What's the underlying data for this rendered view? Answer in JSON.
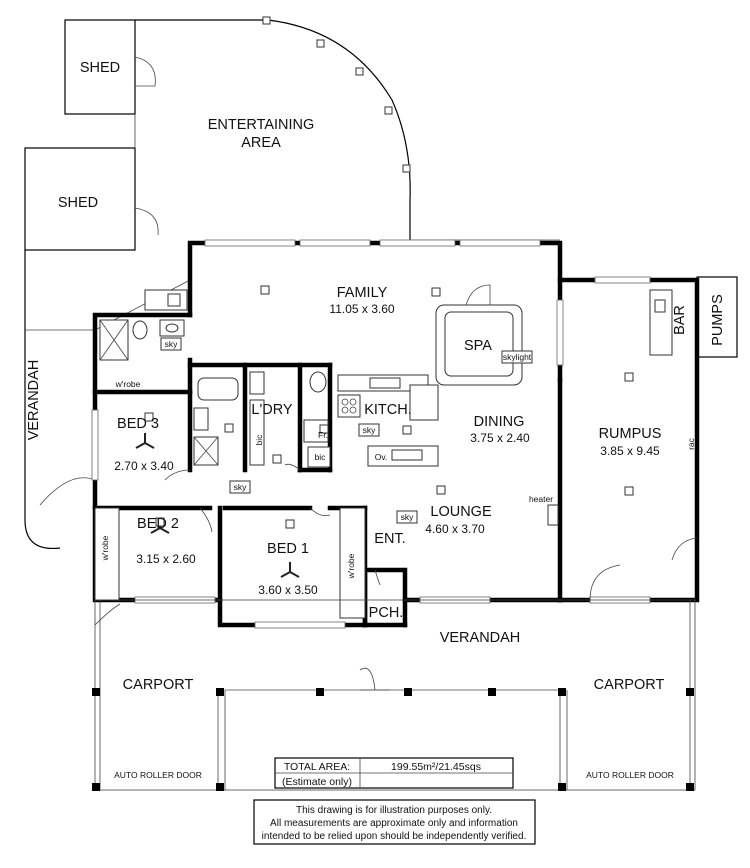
{
  "rooms": {
    "shed_top": "SHED",
    "shed_left": "SHED",
    "entertaining_1": "ENTERTAINING",
    "entertaining_2": "AREA",
    "family": "FAMILY",
    "family_dim": "11.05 x 3.60",
    "spa": "SPA",
    "skylight": "skylight",
    "bar": "BAR",
    "pumps": "PUMPS",
    "verandah_left": "VERANDAH",
    "wrobe_bed3": "w'robe",
    "bed3": "BED 3",
    "bed3_dim": "2.70 x 3.40",
    "ldry": "L'DRY",
    "kitch": "KITCH.",
    "fr": "Fr.",
    "ov": "Ov.",
    "bic_1": "bic",
    "bic_2": "bic",
    "dining": "DINING",
    "dining_dim": "3.75 x 2.40",
    "rumpus": "RUMPUS",
    "rumpus_dim": "3.85 x 9.45",
    "rac": "rac",
    "heater": "heater",
    "lounge": "LOUNGE",
    "lounge_dim": "4.60 x 3.70",
    "sky_1": "sky",
    "sky_2": "sky",
    "sky_3": "sky",
    "sky_4": "sky",
    "bed2": "BED 2",
    "bed2_dim": "3.15 x 2.60",
    "wrobe_bed2": "w'robe",
    "bed1": "BED 1",
    "bed1_dim": "3.60 x 3.50",
    "wrobe_bed1": "w'robe",
    "ent": "ENT.",
    "pch": "PCH.",
    "verandah_front": "VERANDAH",
    "carport_left": "CARPORT",
    "carport_right": "CARPORT",
    "roller_left": "AUTO ROLLER DOOR",
    "roller_right": "AUTO ROLLER DOOR"
  },
  "area_box": {
    "label_1": "TOTAL AREA:",
    "label_2": "(Estimate only)",
    "value": "199.55m²/21.45sqs"
  },
  "disclaimer": {
    "line_1": "This drawing is for illustration purposes only.",
    "line_2": "All measurements are approximate only and information",
    "line_3": "intended to be relied upon should be independently verified."
  }
}
